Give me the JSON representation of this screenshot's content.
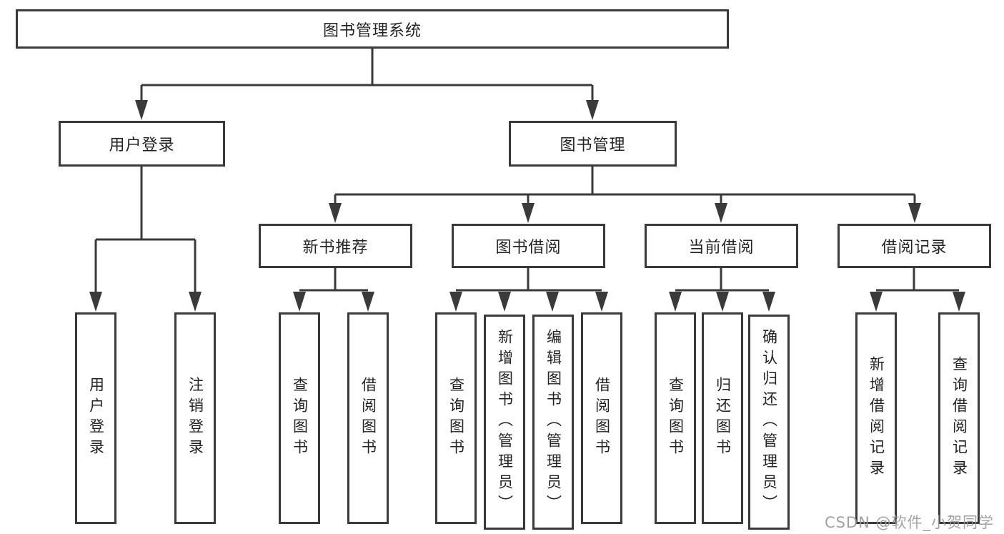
{
  "tree": {
    "label": "图书管理系统",
    "children": [
      {
        "label": "用户登录",
        "children": [
          {
            "label": "用户登录"
          },
          {
            "label": "注销登录"
          }
        ]
      },
      {
        "label": "图书管理",
        "children": [
          {
            "label": "新书推荐",
            "children": [
              {
                "label": "查询图书"
              },
              {
                "label": "借阅图书"
              }
            ]
          },
          {
            "label": "图书借阅",
            "children": [
              {
                "label": "查询图书"
              },
              {
                "label": "新增图书（管理员）"
              },
              {
                "label": "编辑图书（管理员）"
              },
              {
                "label": "借阅图书"
              }
            ]
          },
          {
            "label": "当前借阅",
            "children": [
              {
                "label": "查询图书"
              },
              {
                "label": "归还图书"
              },
              {
                "label": "确认归还（管理员）"
              }
            ]
          },
          {
            "label": "借阅记录",
            "children": [
              {
                "label": "新增借阅记录"
              },
              {
                "label": "查询借阅记录"
              }
            ]
          }
        ]
      }
    ]
  },
  "watermark": "CSDN @软件_小贺同学",
  "colors": {
    "line": "#3a3a3a",
    "box_border": "#3a3a3a",
    "text": "#232323",
    "background": "#ffffff",
    "watermark": "#9a9a9a"
  }
}
